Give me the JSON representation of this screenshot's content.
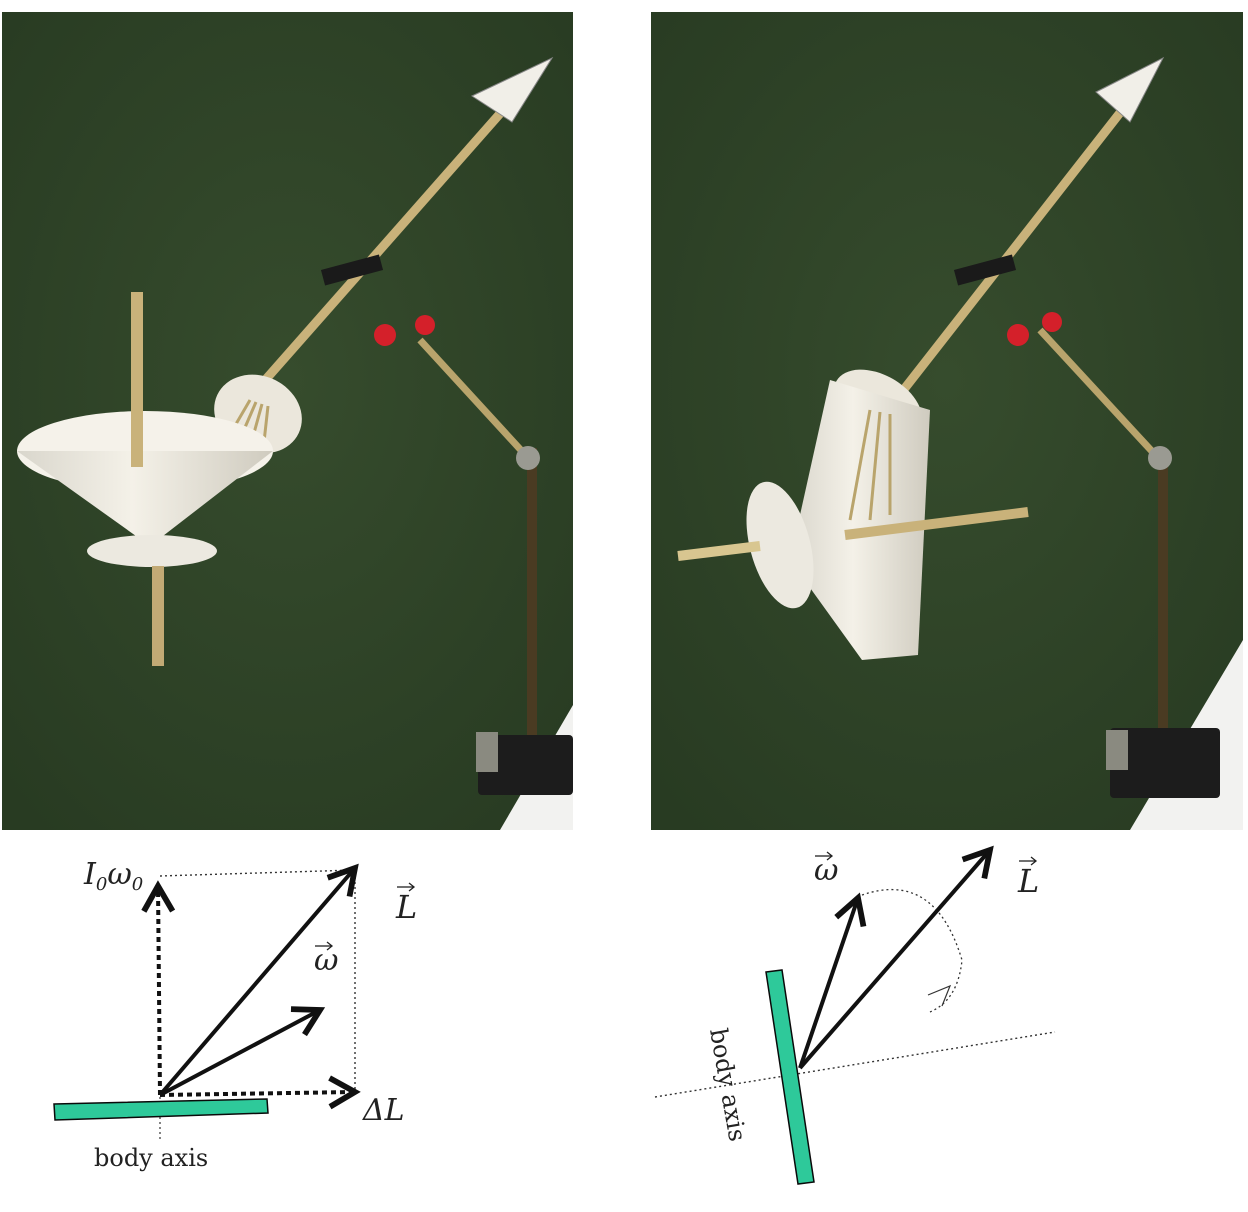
{
  "colors": {
    "backdrop": "#2f4327",
    "paper": "#ece8dc",
    "wood": "#c9b27a",
    "body_axis": "#2ec99a",
    "clamp_red": "#d4202a",
    "arrow": "#111111"
  },
  "left_diagram": {
    "label_I0w0": "I",
    "label_I0w0_sub": "0",
    "label_I0w0_omega": "ω",
    "label_I0w0_omega_sub": "0",
    "label_L": "L",
    "label_omega": "ω",
    "label_deltaL": "ΔL",
    "label_body_axis": "body axis"
  },
  "right_diagram": {
    "label_omega": "ω",
    "label_L": "L",
    "label_body_axis": "body axis"
  }
}
